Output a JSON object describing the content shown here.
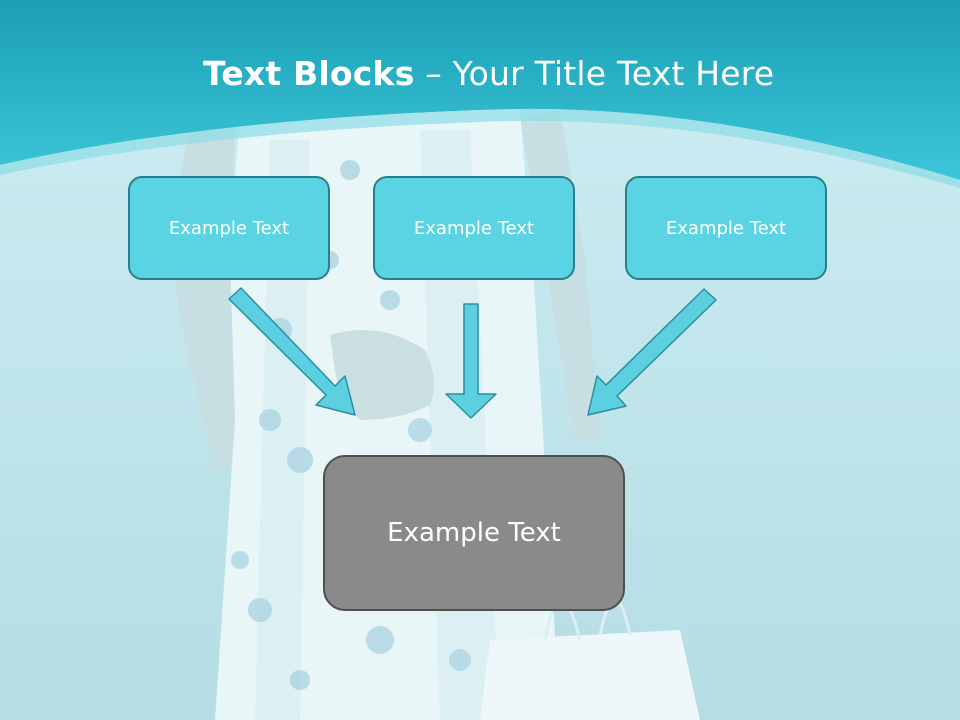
{
  "slide": {
    "title_bold": "Text Blocks",
    "title_dash": " – ",
    "title_rest": "Your Title Text Here"
  },
  "diagram": {
    "top_blocks": [
      {
        "label": "Example Text"
      },
      {
        "label": "Example Text"
      },
      {
        "label": "Example Text"
      }
    ],
    "bottom_block": {
      "label": "Example Text"
    }
  },
  "colors": {
    "header": "#1fb3c9",
    "box_fill": "#5ad3e3",
    "box_border": "#2b7f8d",
    "center_fill": "#8a8a8a",
    "arrow_fill": "#5ccfe0"
  }
}
